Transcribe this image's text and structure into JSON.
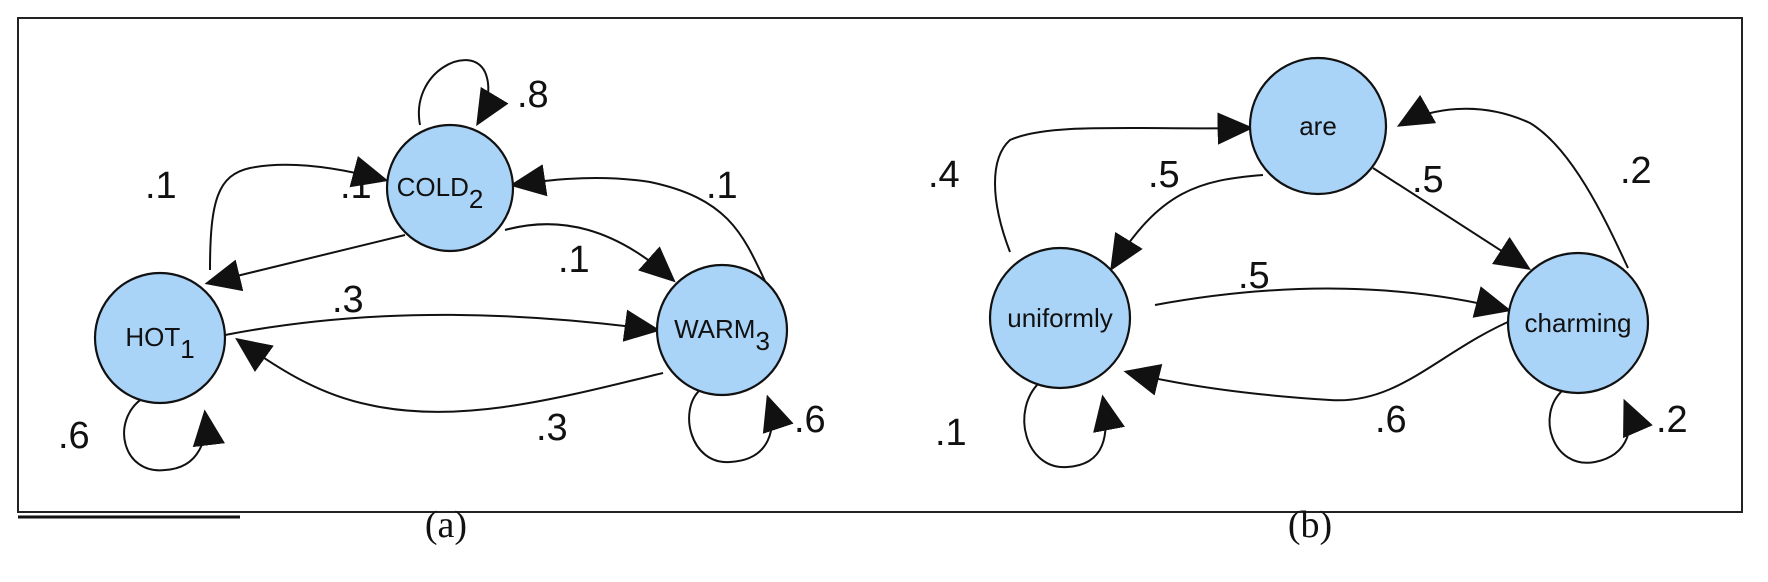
{
  "panels": [
    {
      "id": "a",
      "caption": "(a)",
      "nodes": {
        "hot": {
          "label": "HOT",
          "sub": "1"
        },
        "cold": {
          "label": "COLD",
          "sub": "2"
        },
        "warm": {
          "label": "WARM",
          "sub": "3"
        }
      },
      "weights": {
        "cold_self": ".8",
        "hot_to_cold": ".1",
        "cold_arrowhead_overlap": ".1",
        "warm_to_cold": ".1",
        "cold_to_warm": ".1",
        "hot_to_warm": ".3",
        "warm_to_hot": ".3",
        "hot_self": ".6",
        "warm_self": ".6"
      }
    },
    {
      "id": "b",
      "caption": "(b)",
      "nodes": {
        "are": {
          "label": "are"
        },
        "uniformly": {
          "label": "uniformly"
        },
        "charming": {
          "label": "charming"
        }
      },
      "weights": {
        "uniformly_to_are": ".4",
        "are_to_uniformly": ".5",
        "are_to_charming": ".5",
        "charming_to_are": ".2",
        "uniformly_to_charming": ".5",
        "charming_to_uniformly": ".6",
        "uniformly_self": ".1",
        "charming_self": ".2"
      }
    }
  ]
}
